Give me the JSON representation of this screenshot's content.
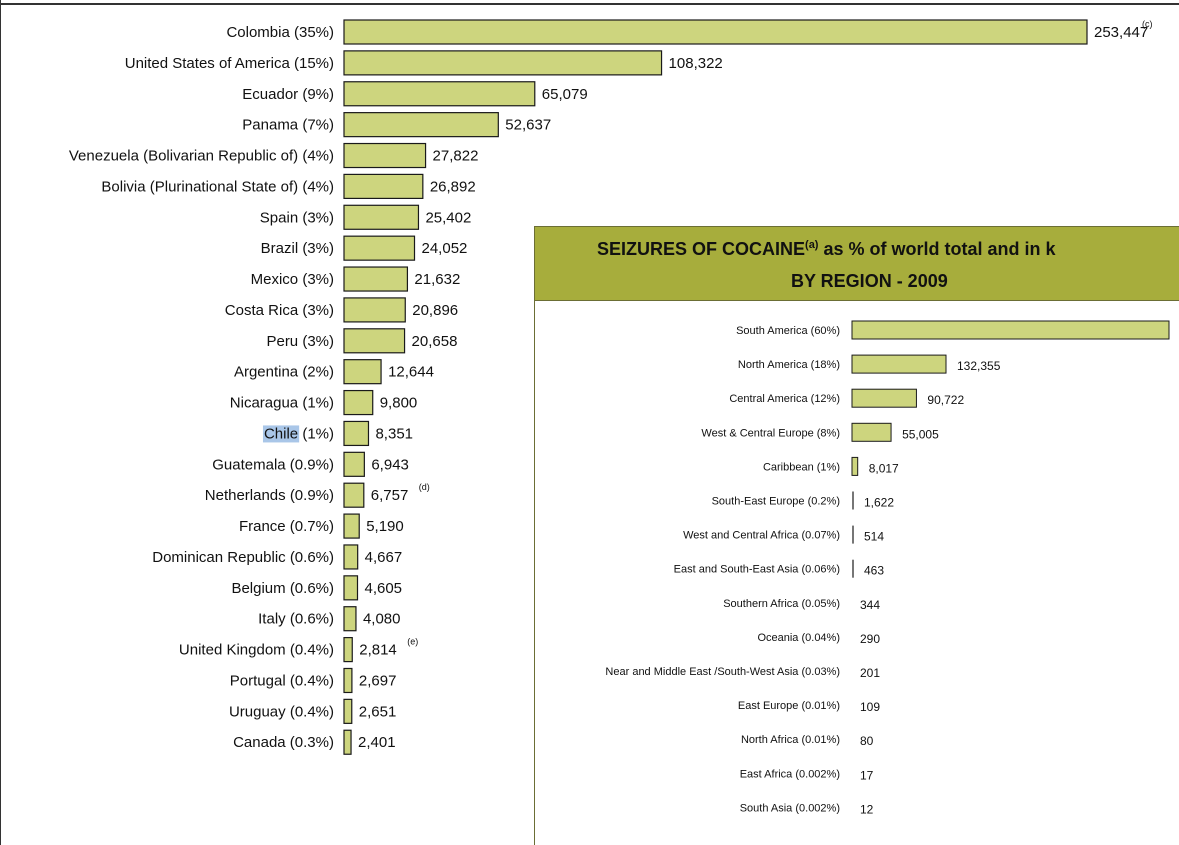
{
  "chart_data": [
    {
      "type": "bar",
      "orientation": "horizontal",
      "categories": [
        "Colombia (35%)",
        "United States of America (15%)",
        "Ecuador (9%)",
        "Panama (7%)",
        "Venezuela (Bolivarian Republic of) (4%)",
        "Bolivia (Plurinational State of) (4%)",
        "Spain (3%)",
        "Brazil (3%)",
        "Mexico (3%)",
        "Costa Rica (3%)",
        "Peru (3%)",
        "Argentina (2%)",
        "Nicaragua (1%)",
        "Chile (1%)",
        "Guatemala (0.9%)",
        "Netherlands (0.9%)",
        "France (0.7%)",
        "Dominican Republic (0.6%)",
        "Belgium (0.6%)",
        "Italy (0.6%)",
        "United Kingdom (0.4%)",
        "Portugal (0.4%)",
        "Uruguay (0.4%)",
        "Canada (0.3%)"
      ],
      "values": [
        253447,
        108322,
        65079,
        52637,
        27822,
        26892,
        25402,
        24052,
        21632,
        20896,
        20658,
        12644,
        9800,
        8351,
        6943,
        6757,
        5190,
        4667,
        4605,
        4080,
        2814,
        2697,
        2651,
        2401
      ],
      "value_labels": [
        "253,447",
        "108,322",
        "65,079",
        "52,637",
        "27,822",
        "26,892",
        "25,402",
        "24,052",
        "21,632",
        "20,896",
        "20,658",
        "12,644",
        "9,800",
        "8,351",
        "6,943",
        "6,757",
        "5,190",
        "4,667",
        "4,605",
        "4,080",
        "2,814",
        "2,697",
        "2,651",
        "2,401"
      ],
      "superscripts": {
        "0": "(c)",
        "15": "(d)",
        "20": "(e)"
      },
      "highlighted_word": "Chile",
      "bar_color": "#cdd57e",
      "grid": false,
      "legend": "none"
    },
    {
      "type": "bar",
      "orientation": "horizontal",
      "title_main": "SEIZURES OF COCAINE",
      "title_sup": "(a)",
      "title_rest": " as % of world total and in k",
      "title_line2": "BY REGION - 2009",
      "title_bg": "#a7ad3c",
      "categories": [
        "South America (60%)",
        "North America (18%)",
        "Central America (12%)",
        "West & Central Europe (8%)",
        "Caribbean (1%)",
        "South-East Europe (0.2%)",
        "West and Central Africa (0.07%)",
        "East and South-East Asia (0.06%)",
        "Southern Africa (0.05%)",
        "Oceania (0.04%)",
        "Near and Middle East /South-West Asia (0.03%)",
        "East Europe (0.01%)",
        "North Africa (0.01%)",
        "East Africa (0.002%)",
        "South Asia (0.002%)"
      ],
      "values": [
        null,
        132355,
        90722,
        55005,
        8017,
        1622,
        514,
        463,
        344,
        290,
        201,
        109,
        80,
        17,
        12
      ],
      "value_labels": [
        "",
        "132,355",
        "90,722",
        "55,005",
        "8,017",
        "1,622",
        "514",
        "463",
        "344",
        "290",
        "201",
        "109",
        "80",
        "17",
        "12"
      ],
      "bar_color": "#cdd57e",
      "grid": false,
      "legend": "none"
    }
  ]
}
